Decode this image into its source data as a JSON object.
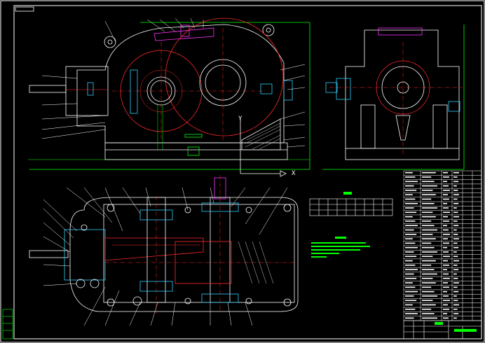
{
  "drawing": {
    "theme": {
      "background": "#000000",
      "line": "#ffffff",
      "accent_red": "#ff2a2a",
      "accent_green": "#00ff00",
      "accent_magenta": "#ff33ff",
      "accent_cyan": "#33ccff",
      "accent_yellow": "#ffff00"
    },
    "views": [
      {
        "id": "front-view",
        "icons": [
          "gearbox-front-section"
        ]
      },
      {
        "id": "side-view",
        "icons": [
          "gearbox-side-elevation"
        ]
      },
      {
        "id": "plan-view",
        "icons": [
          "gearbox-plan-section"
        ]
      }
    ],
    "tables": [
      {
        "id": "gear-parameter-table",
        "rows": 3,
        "cols": 9
      },
      {
        "id": "parts-list",
        "rows": 34,
        "cols": 6
      }
    ],
    "dimension_marks": {
      "x_axis": "X",
      "y_axis": "Y"
    }
  }
}
